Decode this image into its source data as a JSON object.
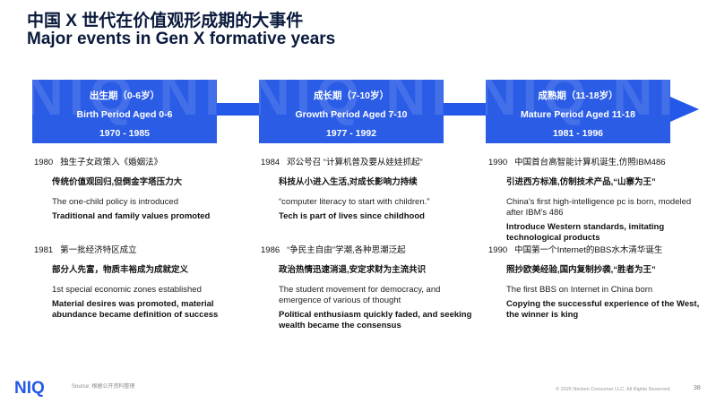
{
  "title_cn": "中国 X 世代在价值观形成期的大事件",
  "title_en": "Major events in Gen X formative years",
  "periods": [
    {
      "cn": "出生期（0-6岁）",
      "en": "Birth Period Aged 0-6",
      "years": "1970 - 1985"
    },
    {
      "cn": "成长期（7-10岁）",
      "en": "Growth Period Aged 7-10",
      "years": "1977 - 1992"
    },
    {
      "cn": "成熟期（11-18岁）",
      "en": "Mature Period Aged 11-18",
      "years": "1981 - 1996"
    }
  ],
  "watermark": "NIQ NIQ",
  "events": [
    [
      {
        "year": "1980",
        "event": "独生子女政策入《婚姻法》",
        "cn_bold": "传统价值观回归,但倒金字塔压力大",
        "en": "The one-child policy is introduced",
        "en_bold": "Traditional and family values promoted"
      },
      {
        "year": "1981",
        "event": "第一批经济特区成立",
        "cn_bold": "部分人先富，物质丰裕成为成就定义",
        "en": "1st special economic zones established",
        "en_bold": "Material desires was promoted, material abundance became definition of success"
      }
    ],
    [
      {
        "year": "1984",
        "event": "邓公号召 “计算机普及要从娃娃抓起”",
        "cn_bold": "科技从小进入生活,对成长影响力持续",
        "en": "“computer literacy to start with children.”",
        "en_bold": "Tech is part of lives since childhood"
      },
      {
        "year": "1986",
        "event": "“争民主自由”学潮,各种思潮泛起",
        "cn_bold": "政治热情迅速消退,安定求财为主流共识",
        "en": "The student movement for democracy, and emergence of various of thought",
        "en_bold": "Political enthusiasm quickly faded, and seeking wealth became the consensus"
      }
    ],
    [
      {
        "year": "1990",
        "event": "中国首台高智能计算机诞生,仿照IBM486",
        "cn_bold": "引进西方标准,仿制技术产品,“山寨为王”",
        "en": "China's first high-intelligence pc is born, modeled after IBM's 486",
        "en_bold": "Introduce Western standards, imitating technological products"
      },
      {
        "year": "1990",
        "event": "中国第一个Internet的BBS水木清华诞生",
        "cn_bold": "照抄欧美经验,国内复制抄袭,“胜者为王”",
        "en": "The first BBS on Internet in China born",
        "en_bold": "Copying the successful experience of the West, the winner is king"
      }
    ]
  ],
  "footer": {
    "logo": "NIQ",
    "source": "Source: 根据公开资料整理",
    "copyright": "© 2025 Nielsen Consumer LLC. All Rights Reserved.",
    "page": "38"
  }
}
